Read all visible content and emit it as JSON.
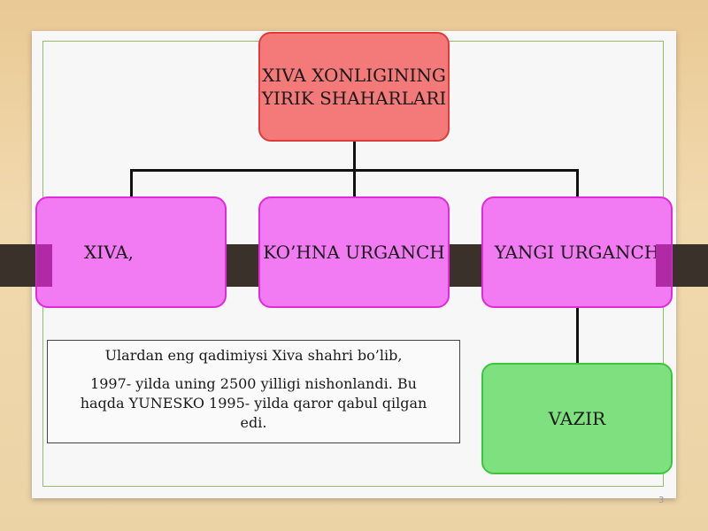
{
  "diagram": {
    "root": {
      "title_line1": "XIVA XONLIGINING",
      "title_line2": "YIRIK SHAHARLARI"
    },
    "children": [
      {
        "label": "XIVA,"
      },
      {
        "label": "KO’HNA URGANCH"
      },
      {
        "label": "YANGI  URGANCH"
      }
    ],
    "grandchild": {
      "label": "VAZIR"
    }
  },
  "note": {
    "line1": "Ulardan eng qadimiysi Xiva shahri bo’lib,",
    "paragraph2": "1997- yilda uning 2500 yilligi nishonlandi. Bu haqda YUNESKO 1995- yilda qaror qabul qilgan edi."
  },
  "slide_number": "3",
  "colors": {
    "root_fill": "#f47a7a",
    "child_fill": "#f27af2",
    "grandchild_fill": "#7ee07e"
  }
}
